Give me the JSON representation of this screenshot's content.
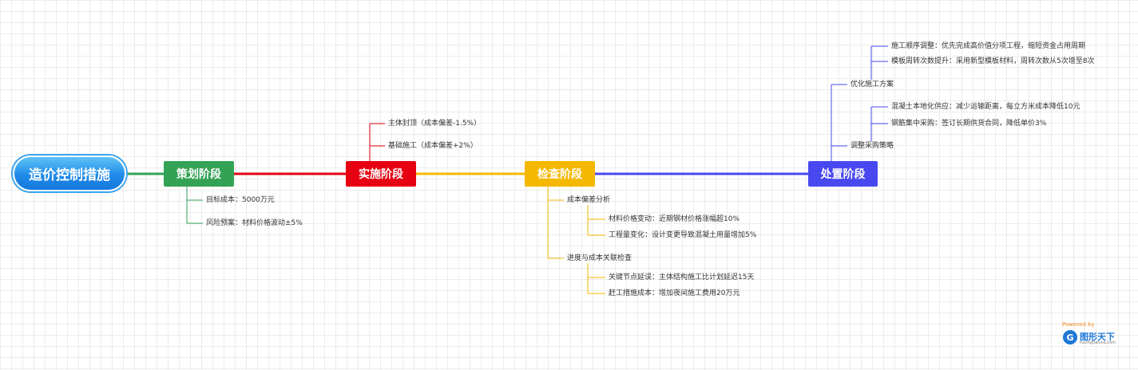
{
  "root": "造价控制措施",
  "stages": {
    "planning": "策划阶段",
    "implementation": "实施阶段",
    "inspection": "检查阶段",
    "handling": "处置阶段"
  },
  "planning_items": [
    "目标成本：5000万元",
    "风险预案：材料价格波动±5%"
  ],
  "implementation_items": [
    "主体封顶（成本偏差-1.5%）",
    "基础施工（成本偏差+2%）"
  ],
  "inspection": {
    "cost_analysis": {
      "label": "成本偏差分析",
      "items": [
        "材料价格变动：近期钢材价格涨幅超10%",
        "工程量变化：设计变更导致混凝土用量增加5%"
      ]
    },
    "schedule_check": {
      "label": "进度与成本关联检查",
      "items": [
        "关键节点延误：主体结构施工比计划延迟15天",
        "赶工措施成本：增加夜间施工费用20万元"
      ]
    }
  },
  "handling": {
    "optimize": {
      "label": "优化施工方案",
      "items": [
        "施工顺序调整：优先完成高价值分项工程，缩短资金占用周期",
        "模板周转次数提升：采用新型模板材料，周转次数从5次增至8次"
      ]
    },
    "procurement": {
      "label": "调整采购策略",
      "items": [
        "混凝土本地化供应：减少运输距离，每立方米成本降低10元",
        "钢筋集中采购：签订长期供货合同，降低单价3%"
      ]
    }
  },
  "watermark": {
    "powered": "Powered by",
    "logo_letter": "G",
    "brand": "图形天下",
    "sub": "tuxingtianxia.com"
  },
  "colors": {
    "planning": "#33a254",
    "implementation": "#e60012",
    "inspection": "#f5b800",
    "handling": "#4848f0",
    "root": "#1f8bea"
  }
}
